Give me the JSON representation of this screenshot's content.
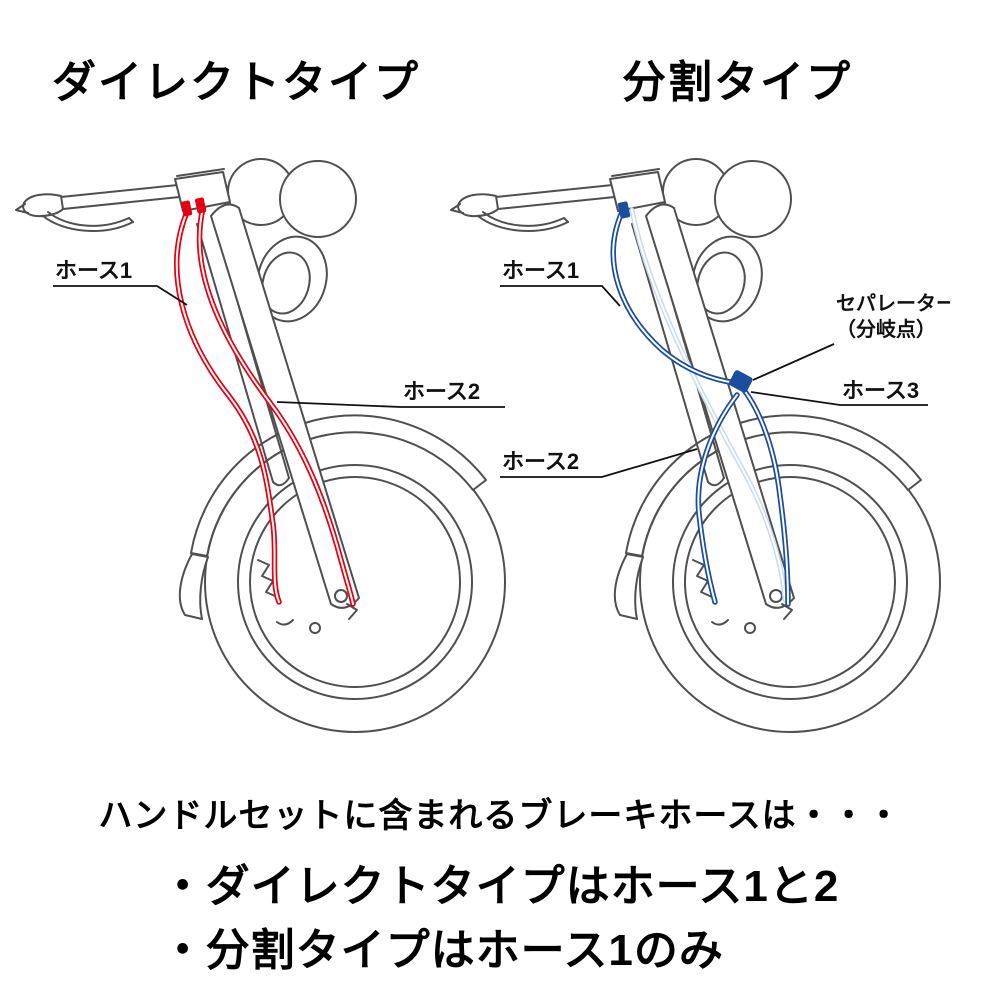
{
  "titles": {
    "left": "ダイレクトタイプ",
    "right": "分割タイプ"
  },
  "left_diagram": {
    "hose_color": "#e60012",
    "labels": {
      "hose1": "ホース1",
      "hose2": "ホース2"
    }
  },
  "right_diagram": {
    "hose_color": "#1b4da0",
    "hose_color_light": "#c9dbee",
    "labels": {
      "hose1": "ホース1",
      "hose2": "ホース2",
      "hose3": "ホース3",
      "separator_line1": "セパレーター",
      "separator_line2": "（分岐点）"
    }
  },
  "footer": {
    "intro": "ハンドルセットに含まれるブレーキホースは・・・",
    "bullets": [
      "・ダイレクトタイプはホース1と2",
      "・分割タイプはホース1のみ"
    ]
  }
}
